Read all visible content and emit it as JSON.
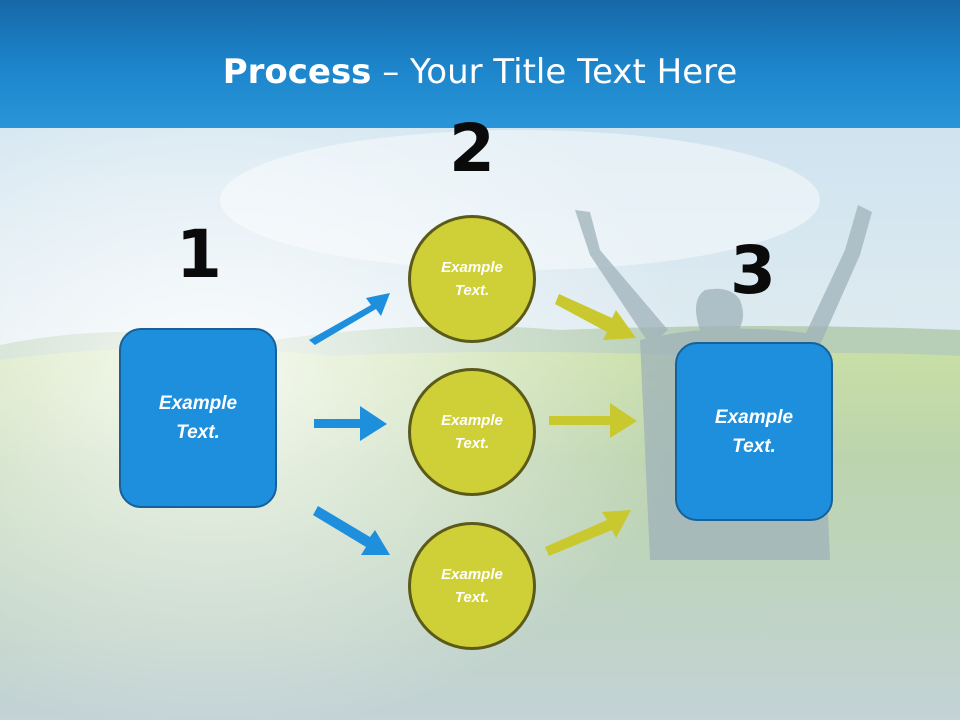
{
  "slide": {
    "title_bold": "Process",
    "title_rest": " – Your Title Text Here"
  },
  "steps": {
    "one": {
      "number": "1",
      "text": "Example Text."
    },
    "two": {
      "number": "2",
      "circles": [
        "Example Text.",
        "Example Text.",
        "Example Text."
      ]
    },
    "three": {
      "number": "3",
      "text": "Example Text."
    }
  },
  "colors": {
    "header": "#1d86cc",
    "box_fill": "#1e8fdd",
    "circle_fill": "#cfcf38",
    "blue_arrow": "#1e8fdd",
    "yellow_arrow": "#c9c82e"
  }
}
